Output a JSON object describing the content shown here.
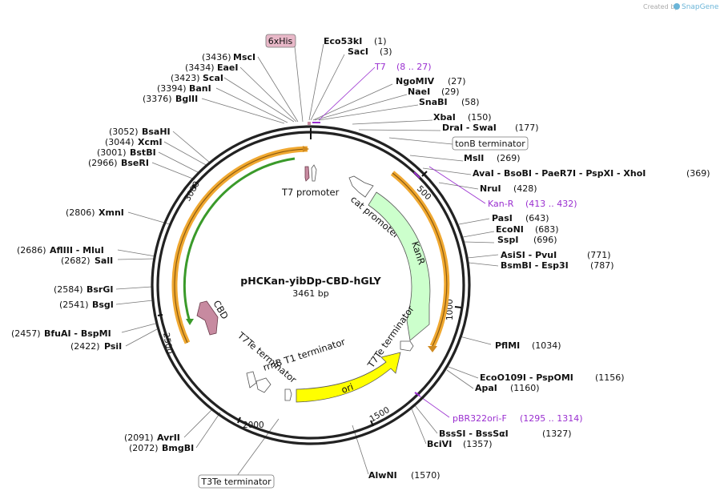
{
  "watermark": {
    "prefix": "Created by",
    "brand": "SnapGene"
  },
  "plasmid": {
    "name": "pHCKan-yibDp-CBD-hGLY",
    "length_label": "3461 bp"
  },
  "ticks": [
    "500",
    "1000",
    "1500",
    "2000",
    "2500",
    "3000"
  ],
  "boxed_features": {
    "his": "6xHis",
    "tonb": "tonB terminator",
    "t3te": "T3Te terminator"
  },
  "features": {
    "t7_promoter": "T7 promoter",
    "cat_promoter": "cat promoter",
    "kanr": "KanR",
    "t7te": "T7Te terminator",
    "ori": "ori",
    "t7te2": "T7Te terminator",
    "rrnb": "rrnB T1 terminator",
    "cbd": "CBD"
  },
  "sites": [
    {
      "name": "Eco53kI",
      "pos": "(1)"
    },
    {
      "name": "SacI",
      "pos": "(3)"
    },
    {
      "name": "NgoMIV",
      "pos": "(27)"
    },
    {
      "name": "NaeI",
      "pos": "(29)"
    },
    {
      "name": "SnaBI",
      "pos": "(58)"
    },
    {
      "name": "XbaI",
      "pos": "(150)"
    },
    {
      "name": "DraI  - SwaI",
      "pos": "(177)"
    },
    {
      "name": "MslI",
      "pos": "(269)"
    },
    {
      "name": "AvaI  - BsoBI  - PaeR7I  - PspXI  - XhoI",
      "pos": "(369)"
    },
    {
      "name": "NruI",
      "pos": "(428)"
    },
    {
      "name": "PasI",
      "pos": "(643)"
    },
    {
      "name": "EcoNI",
      "pos": "(683)"
    },
    {
      "name": "SspI",
      "pos": "(696)"
    },
    {
      "name": "AsiSI  - PvuI",
      "pos": "(771)"
    },
    {
      "name": "BsmBI  - Esp3I",
      "pos": "(787)"
    },
    {
      "name": "PflMI",
      "pos": "(1034)"
    },
    {
      "name": "EcoO109I  - PspOMI",
      "pos": "(1156)"
    },
    {
      "name": "ApaI",
      "pos": "(1160)"
    },
    {
      "name": "BssSI  - BssSαI",
      "pos": "(1327)"
    },
    {
      "name": "BciVI",
      "pos": "(1357)"
    },
    {
      "name": "AlwNI",
      "pos": "(1570)"
    }
  ],
  "left_sites": [
    {
      "name": "MscI",
      "pos": "(3436)"
    },
    {
      "name": "EaeI",
      "pos": "(3434)"
    },
    {
      "name": "ScaI",
      "pos": "(3423)"
    },
    {
      "name": "BanI",
      "pos": "(3394)"
    },
    {
      "name": "BglII",
      "pos": "(3376)"
    },
    {
      "name": "BsaHI",
      "pos": "(3052)"
    },
    {
      "name": "XcmI",
      "pos": "(3044)"
    },
    {
      "name": "BstBI",
      "pos": "(3001)"
    },
    {
      "name": "BseRI",
      "pos": "(2966)"
    },
    {
      "name": "XmnI",
      "pos": "(2806)"
    },
    {
      "name": "AflIII  - MluI",
      "pos": "(2686)"
    },
    {
      "name": "SalI",
      "pos": "(2682)"
    },
    {
      "name": "BsrGI",
      "pos": "(2584)"
    },
    {
      "name": "BsgI",
      "pos": "(2541)"
    },
    {
      "name": "BfuAI  - BspMI",
      "pos": "(2457)"
    },
    {
      "name": "PsiI",
      "pos": "(2422)"
    },
    {
      "name": "AvrII",
      "pos": "(2091)"
    },
    {
      "name": "BmgBI",
      "pos": "(2072)"
    }
  ],
  "primers": [
    {
      "name": "T7",
      "pos": "(8 .. 27)"
    },
    {
      "name": "Kan-R",
      "pos": "(413 .. 432)"
    },
    {
      "name": "pBR322ori-F",
      "pos": "(1295 .. 1314)"
    }
  ],
  "colors": {
    "orange": "#f0a830",
    "green_arc": "#3a9a2a",
    "kanr_fill": "#ccffcc",
    "ori_fill": "#ffff00",
    "cbd_fill": "#c78aa0",
    "primer": "#9a2fd0"
  }
}
